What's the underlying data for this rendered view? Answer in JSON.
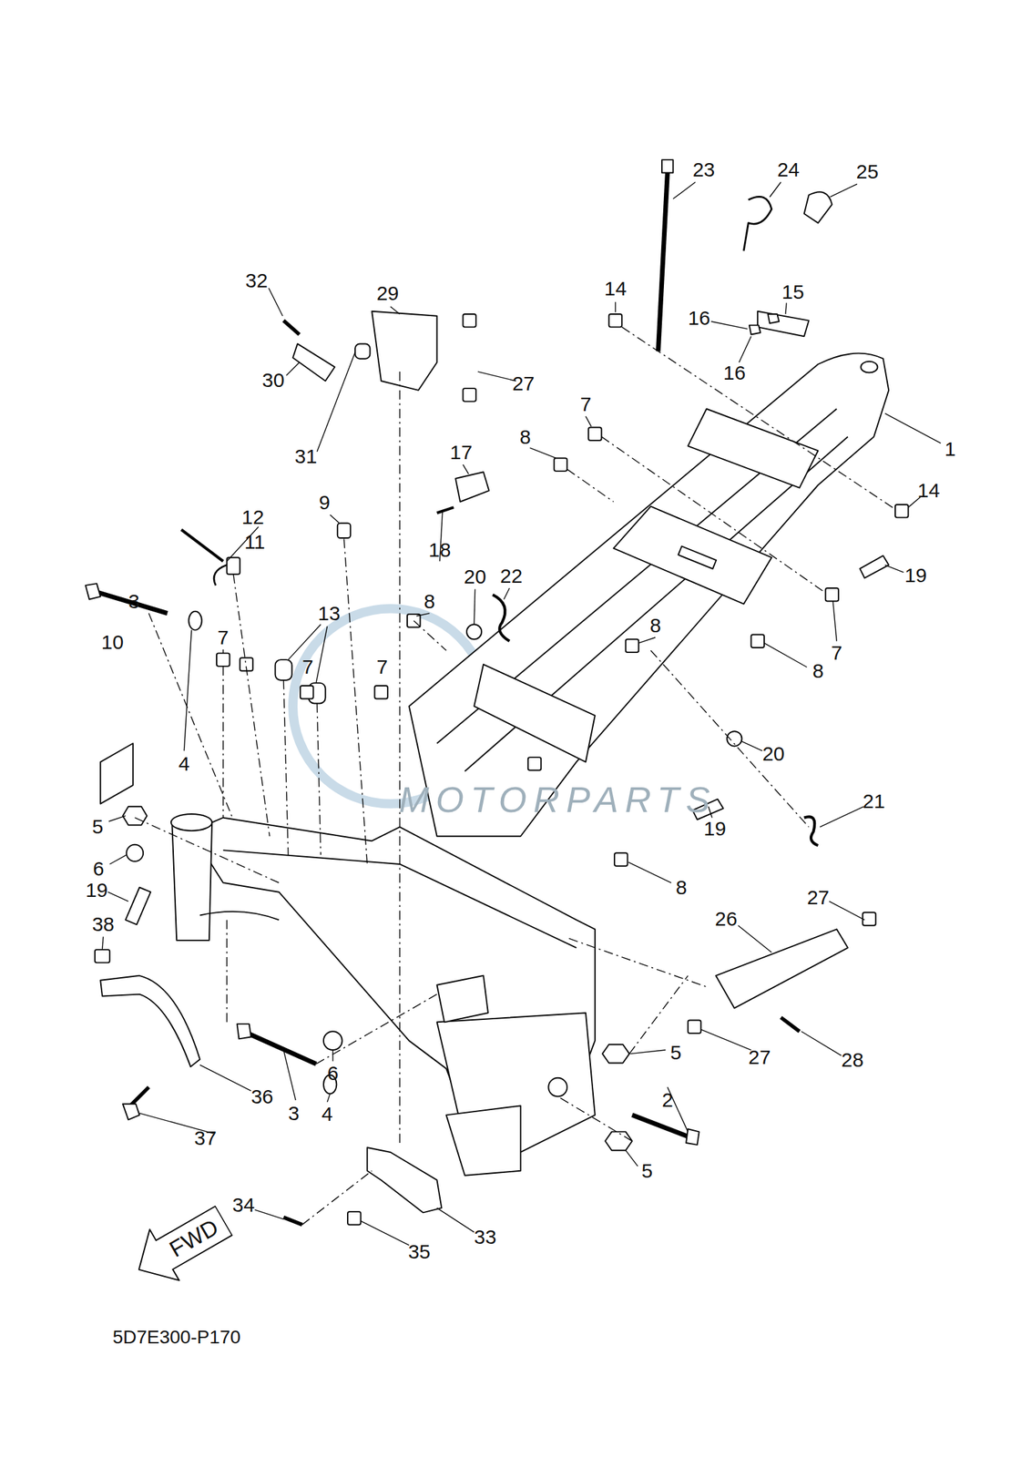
{
  "diagram": {
    "nodes": [
      {
        "text": [
          "FWD"
        ]
      }
    ],
    "edges": [],
    "labels": [
      "23",
      "24",
      "25",
      "32",
      "29",
      "14",
      "15",
      "16",
      "16",
      "27",
      "30",
      "7",
      "1",
      "8",
      "17",
      "31",
      "14",
      "9",
      "12",
      "11",
      "18",
      "20",
      "22",
      "19",
      "3",
      "13",
      "8",
      "8",
      "7",
      "10",
      "7",
      "8",
      "7",
      "7",
      "20",
      "4",
      "21",
      "5",
      "19",
      "6",
      "8",
      "19",
      "27",
      "26",
      "38",
      "5",
      "27",
      "28",
      "6",
      "36",
      "2",
      "3",
      "4",
      "37",
      "5",
      "34",
      "33",
      "35",
      "MOTORPARTS",
      "5D7E300-P170"
    ]
  }
}
